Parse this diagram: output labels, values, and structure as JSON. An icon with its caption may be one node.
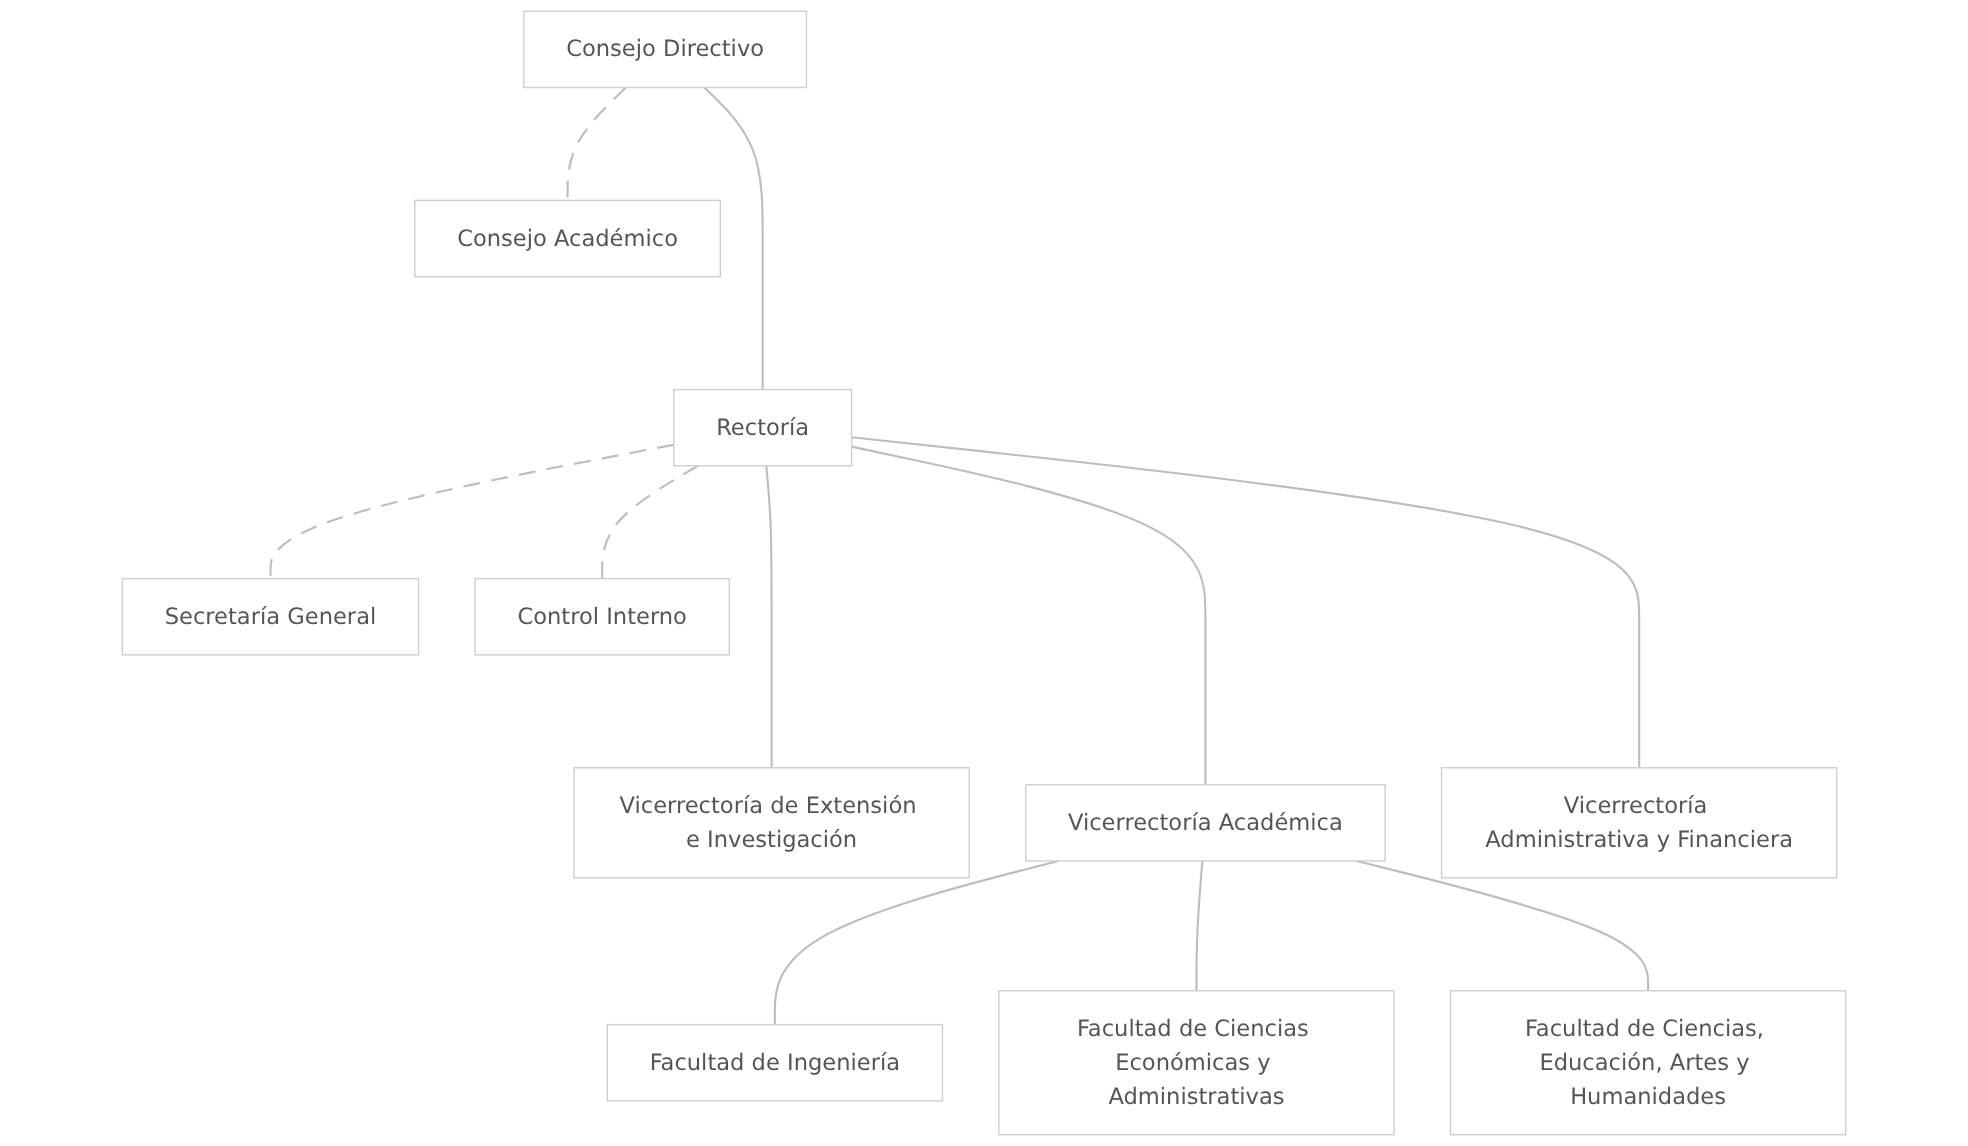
{
  "diagram": {
    "nodes": [
      {
        "text": [
          "Consejo Directivo"
        ]
      },
      {
        "text": [
          "Consejo Académico"
        ]
      },
      {
        "text": [
          "Rectoría"
        ]
      },
      {
        "text": [
          "Secretaría General"
        ]
      },
      {
        "text": [
          "Control Interno"
        ]
      },
      {
        "text": [
          "Vicerrectoría de Extensión e Investigación"
        ]
      },
      {
        "text": [
          "Vicerrectoría Académica"
        ]
      },
      {
        "text": [
          "Vicerrectoría Administrativa y Financiera"
        ]
      },
      {
        "text": [
          "Facultad de Ingeniería"
        ]
      },
      {
        "text": [
          "Facultad de Ciencias Económicas y Administrativas"
        ]
      },
      {
        "text": [
          "Facultad de Ciencias, Educación, Artes y Humanidades"
        ]
      }
    ],
    "edges": [
      {
        "from": 0,
        "to": 2,
        "arrow": "none"
      },
      {
        "from": 0,
        "to": 1,
        "arrow": "none",
        "style": "dashed"
      },
      {
        "from": 2,
        "to": 3,
        "arrow": "none",
        "style": "dashed"
      },
      {
        "from": 2,
        "to": 4,
        "arrow": "none",
        "style": "dashed"
      },
      {
        "from": 2,
        "to": 5,
        "arrow": "none"
      },
      {
        "from": 2,
        "to": 6,
        "arrow": "none"
      },
      {
        "from": 2,
        "to": 7,
        "arrow": "none"
      },
      {
        "from": 6,
        "to": 8,
        "arrow": "none"
      },
      {
        "from": 6,
        "to": 9,
        "arrow": "none"
      },
      {
        "from": 6,
        "to": 10,
        "arrow": "none"
      }
    ]
  }
}
